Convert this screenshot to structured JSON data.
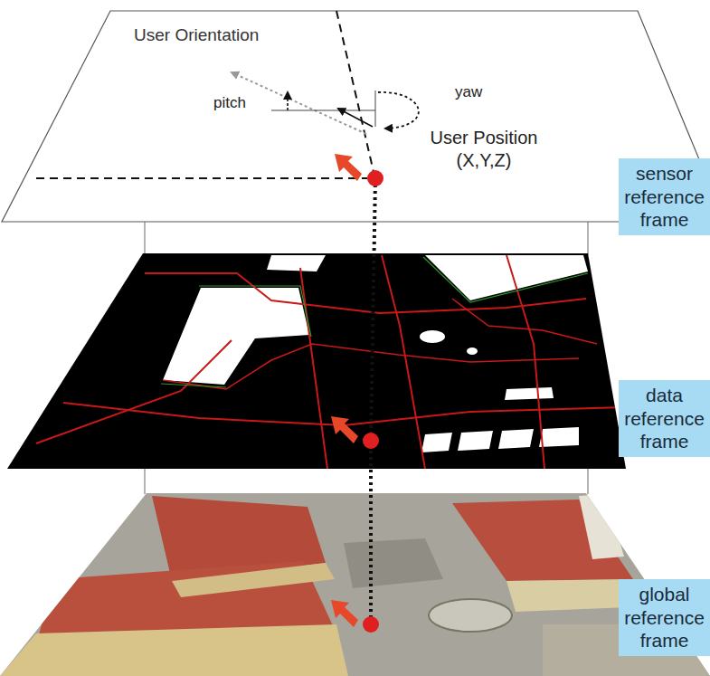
{
  "diagram": {
    "nodes": [
      {
        "text": [
          "sensor reference frame"
        ]
      },
      {
        "text": [
          "data reference frame"
        ]
      },
      {
        "text": [
          "global reference frame"
        ]
      }
    ],
    "labels": [
      "User Orientation",
      "pitch",
      "yaw",
      "User Position (X,Y,Z)"
    ]
  }
}
